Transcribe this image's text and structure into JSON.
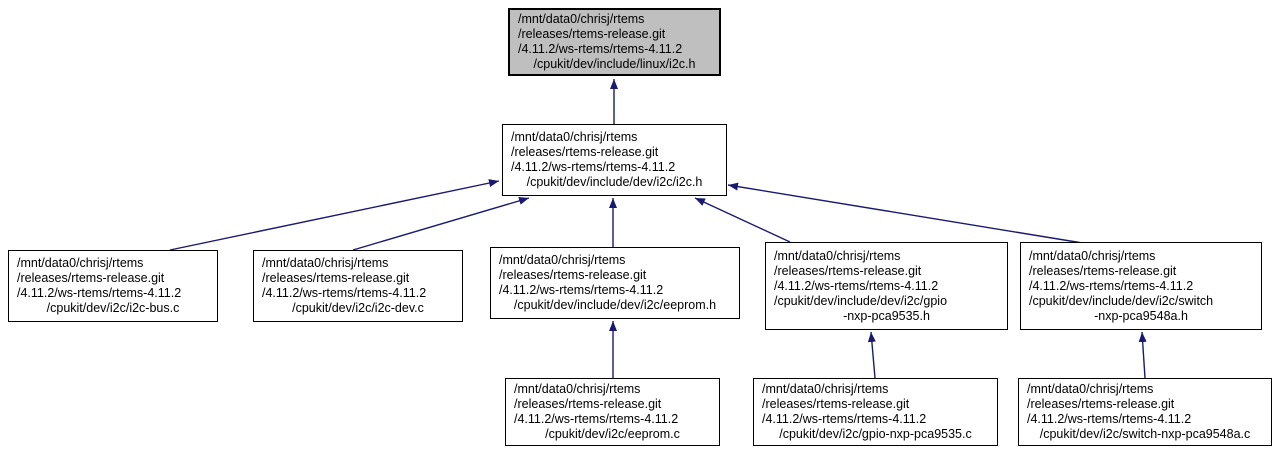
{
  "diagram": {
    "type": "include-dependency-graph",
    "description": "Doxygen-style graph of files including linux/i2c.h",
    "colors": {
      "edge": "#191970",
      "node_fill": "#ffffff",
      "highlight_fill": "#bfbfbf",
      "border": "#000000",
      "background": "#ffffff"
    },
    "nodes": [
      {
        "id": "linux-i2c-h",
        "role": "current",
        "lines": [
          "/mnt/data0/chrisj/rtems",
          "/releases/rtems-release.git",
          "/4.11.2/ws-rtems/rtems-4.11.2",
          "/cpukit/dev/include/linux/i2c.h"
        ]
      },
      {
        "id": "dev-i2c-i2c-h",
        "role": "normal",
        "lines": [
          "/mnt/data0/chrisj/rtems",
          "/releases/rtems-release.git",
          "/4.11.2/ws-rtems/rtems-4.11.2",
          "/cpukit/dev/include/dev/i2c/i2c.h"
        ]
      },
      {
        "id": "i2c-bus-c",
        "role": "normal",
        "lines": [
          "/mnt/data0/chrisj/rtems",
          "/releases/rtems-release.git",
          "/4.11.2/ws-rtems/rtems-4.11.2",
          "/cpukit/dev/i2c/i2c-bus.c"
        ]
      },
      {
        "id": "i2c-dev-c",
        "role": "normal",
        "lines": [
          "/mnt/data0/chrisj/rtems",
          "/releases/rtems-release.git",
          "/4.11.2/ws-rtems/rtems-4.11.2",
          "/cpukit/dev/i2c/i2c-dev.c"
        ]
      },
      {
        "id": "eeprom-h",
        "role": "normal",
        "lines": [
          "/mnt/data0/chrisj/rtems",
          "/releases/rtems-release.git",
          "/4.11.2/ws-rtems/rtems-4.11.2",
          "/cpukit/dev/include/dev/i2c/eeprom.h"
        ]
      },
      {
        "id": "gpio-nxp-pca9535-h",
        "role": "normal",
        "lines": [
          "/mnt/data0/chrisj/rtems",
          "/releases/rtems-release.git",
          "/4.11.2/ws-rtems/rtems-4.11.2",
          "/cpukit/dev/include/dev/i2c/gpio",
          "-nxp-pca9535.h"
        ]
      },
      {
        "id": "switch-nxp-pca9548a-h",
        "role": "normal",
        "lines": [
          "/mnt/data0/chrisj/rtems",
          "/releases/rtems-release.git",
          "/4.11.2/ws-rtems/rtems-4.11.2",
          "/cpukit/dev/include/dev/i2c/switch",
          "-nxp-pca9548a.h"
        ]
      },
      {
        "id": "eeprom-c",
        "role": "normal",
        "lines": [
          "/mnt/data0/chrisj/rtems",
          "/releases/rtems-release.git",
          "/4.11.2/ws-rtems/rtems-4.11.2",
          "/cpukit/dev/i2c/eeprom.c"
        ]
      },
      {
        "id": "gpio-nxp-pca9535-c",
        "role": "normal",
        "lines": [
          "/mnt/data0/chrisj/rtems",
          "/releases/rtems-release.git",
          "/4.11.2/ws-rtems/rtems-4.11.2",
          "/cpukit/dev/i2c/gpio-nxp-pca9535.c"
        ]
      },
      {
        "id": "switch-nxp-pca9548a-c",
        "role": "normal",
        "lines": [
          "/mnt/data0/chrisj/rtems",
          "/releases/rtems-release.git",
          "/4.11.2/ws-rtems/rtems-4.11.2",
          "/cpukit/dev/i2c/switch-nxp-pca9548a.c"
        ]
      }
    ],
    "edges": [
      {
        "from": "dev-i2c-i2c-h",
        "to": "linux-i2c-h"
      },
      {
        "from": "i2c-bus-c",
        "to": "dev-i2c-i2c-h"
      },
      {
        "from": "i2c-dev-c",
        "to": "dev-i2c-i2c-h"
      },
      {
        "from": "eeprom-h",
        "to": "dev-i2c-i2c-h"
      },
      {
        "from": "gpio-nxp-pca9535-h",
        "to": "dev-i2c-i2c-h"
      },
      {
        "from": "switch-nxp-pca9548a-h",
        "to": "dev-i2c-i2c-h"
      },
      {
        "from": "eeprom-c",
        "to": "eeprom-h"
      },
      {
        "from": "gpio-nxp-pca9535-c",
        "to": "gpio-nxp-pca9535-h"
      },
      {
        "from": "switch-nxp-pca9548a-c",
        "to": "switch-nxp-pca9548a-h"
      }
    ]
  }
}
